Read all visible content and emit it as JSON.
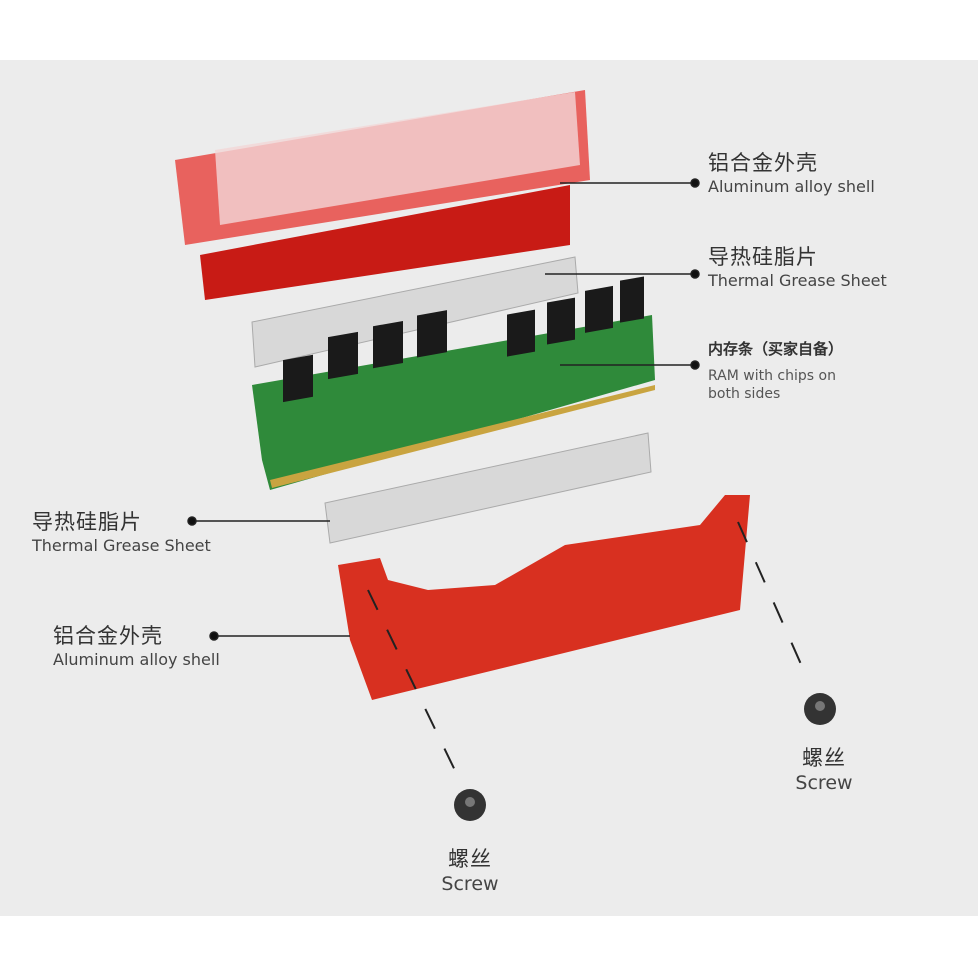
{
  "labels": {
    "top_shell": {
      "zh": "铝合金外壳",
      "en": "Aluminum alloy shell"
    },
    "top_sheet": {
      "zh": "导热硅脂片",
      "en": "Thermal Grease Sheet"
    },
    "ram": {
      "zh": "内存条（买家自备）",
      "en": "RAM with chips on",
      "en2": "both sides"
    },
    "bottom_sheet": {
      "zh": "导热硅脂片",
      "en": "Thermal Grease Sheet"
    },
    "bottom_shell": {
      "zh": "铝合金外壳",
      "en": "Aluminum alloy shell"
    },
    "screw_right": {
      "zh": "螺丝",
      "en": "Screw"
    },
    "screw_left": {
      "zh": "螺丝",
      "en": "Screw"
    }
  },
  "colors": {
    "shell": "#d8241c",
    "pcb": "#2f8a3a",
    "background": "#ececec"
  }
}
